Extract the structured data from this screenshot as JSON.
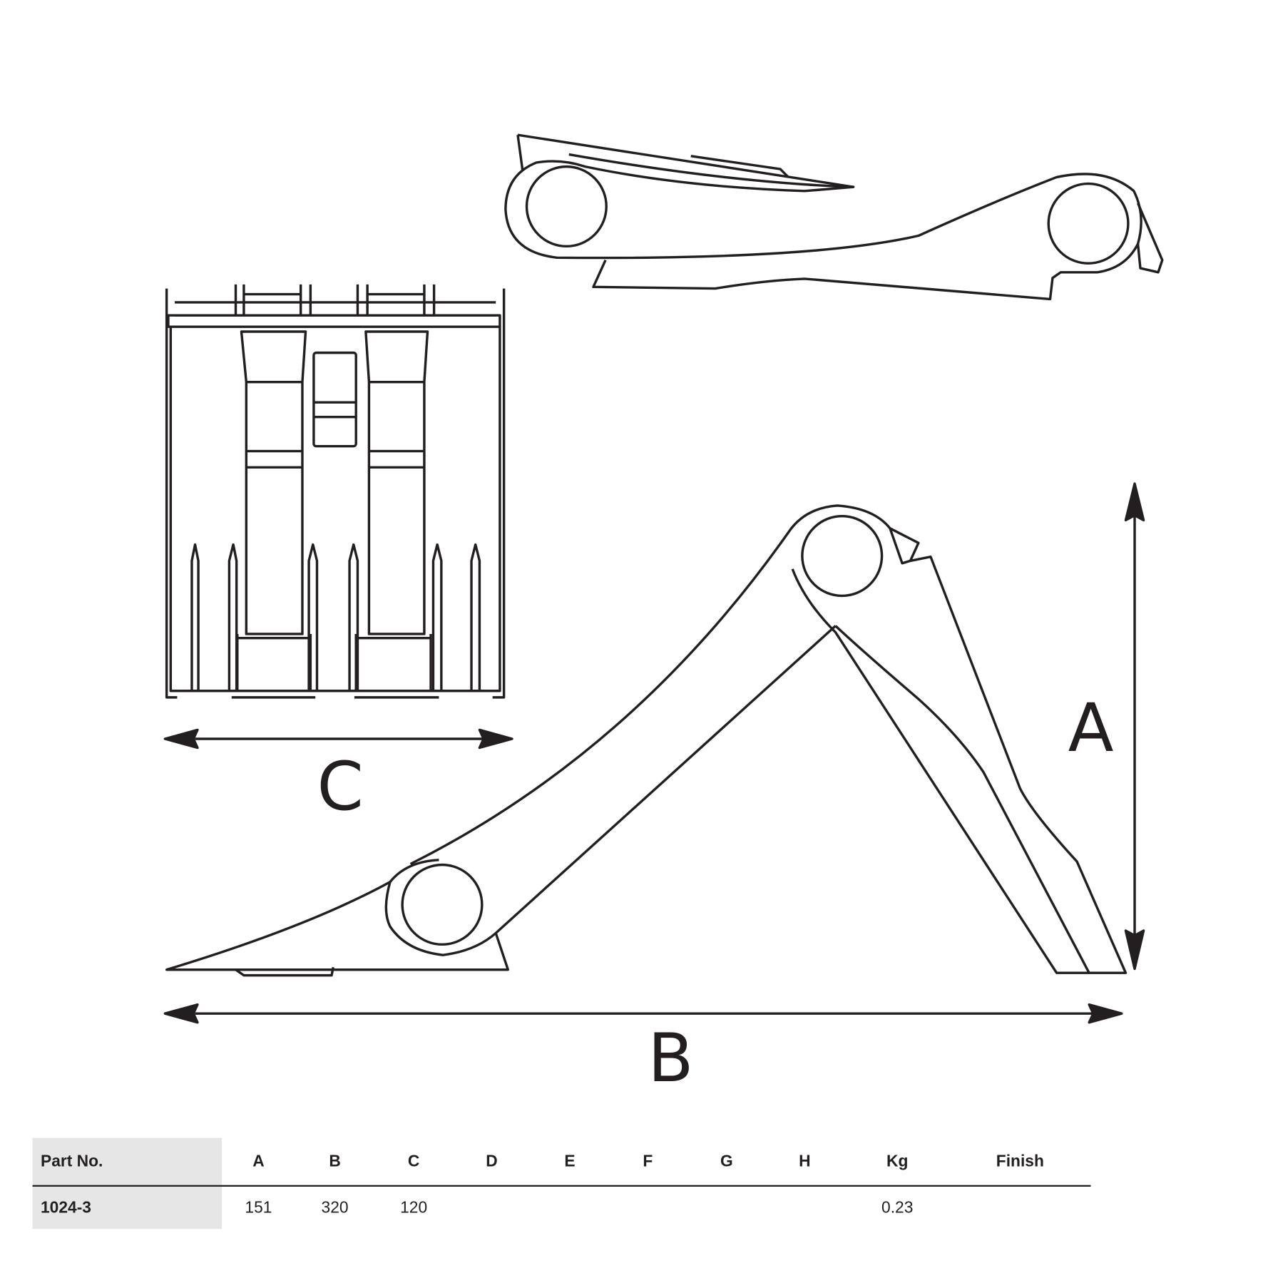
{
  "dimensions": {
    "label_a": "A",
    "label_b": "B",
    "label_c": "C"
  },
  "table": {
    "headers": [
      "Part No.",
      "A",
      "B",
      "C",
      "D",
      "E",
      "F",
      "G",
      "H",
      "Kg",
      "Finish"
    ],
    "rows": [
      [
        "1024-3",
        "151",
        "320",
        "120",
        "",
        "",
        "",
        "",
        "",
        "0.23",
        ""
      ]
    ]
  },
  "colors": {
    "line": "#231f20",
    "header_bg": "#e6e6e6"
  }
}
